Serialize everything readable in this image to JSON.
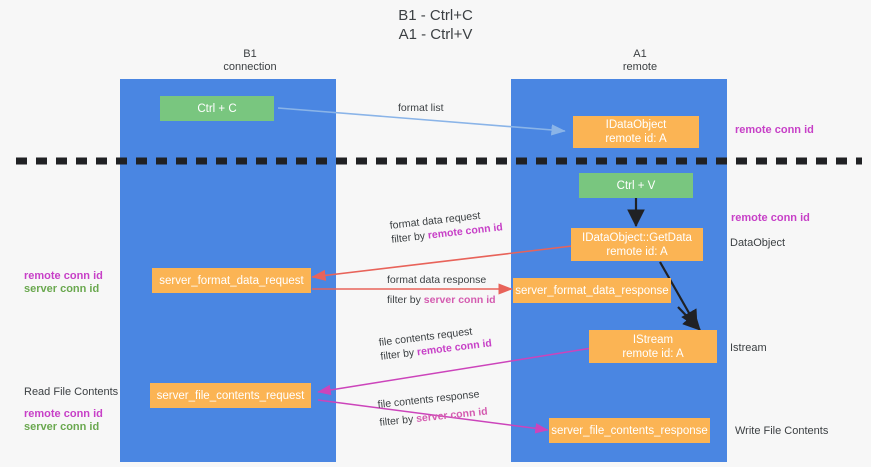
{
  "title": {
    "line1": "B1 - Ctrl+C",
    "line2": "A1 - Ctrl+V"
  },
  "columns": [
    {
      "name": "B1",
      "role": "connection"
    },
    {
      "name": "A1",
      "role": "remote"
    }
  ],
  "nodes": {
    "ctrl_c": {
      "label": "Ctrl + C"
    },
    "ctrl_v": {
      "label": "Ctrl + V"
    },
    "idataobject": {
      "line1": "IDataObject",
      "line2": "remote id: A"
    },
    "getdata": {
      "line1": "IDataObject::GetData",
      "line2": "remote id: A"
    },
    "istream": {
      "line1": "IStream",
      "line2": "remote id: A"
    },
    "server_format_data_request": {
      "label": "server_format_data_request"
    },
    "server_format_data_response": {
      "label": "server_format_data_response"
    },
    "server_file_contents_request": {
      "label": "server_file_contents_request"
    },
    "server_file_contents_response": {
      "label": "server_file_contents_response"
    }
  },
  "edges": {
    "format_list": {
      "label": "format list"
    },
    "format_data_request": {
      "label": "format data request",
      "filter_prefix": "filter by ",
      "filter_key": "remote conn id"
    },
    "format_data_response": {
      "label": "format data response",
      "filter_prefix": "filter by ",
      "filter_key": "server conn id"
    },
    "file_contents_request": {
      "label": "file contents request",
      "filter_prefix": "filter by ",
      "filter_key": "remote conn id"
    },
    "file_contents_response": {
      "label": "file contents response",
      "filter_prefix": "filter by ",
      "filter_key": "server conn id"
    }
  },
  "annotations": {
    "right_top_conn": "remote conn id",
    "right_getdata_conn": "remote conn id",
    "right_dataobject": "DataObject",
    "right_istream": "Istream",
    "right_write_file": "Write File Contents",
    "left_mid_remote": "remote conn id",
    "left_mid_server": "server conn id",
    "left_read_file": "Read File Contents",
    "left_bottom_remote": "remote conn id",
    "left_bottom_server": "server conn id"
  },
  "colors": {
    "lane": "#4a86e2",
    "node_green": "#79c67f",
    "node_orange": "#fbb454",
    "remote_conn": "#c740c7",
    "server_conn": "#6aa84f",
    "divider": "#202124",
    "arrow_blue": "#8ab4e8",
    "arrow_red": "#e8635a",
    "arrow_magenta": "#cc44bb",
    "arrow_black": "#202124"
  }
}
